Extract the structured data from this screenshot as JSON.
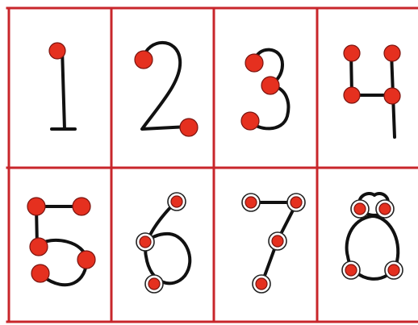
{
  "digits": [
    "1",
    "2",
    "3",
    "4",
    "5",
    "6",
    "7",
    "8"
  ],
  "colors": {
    "border": "#c8262b",
    "stroke": "#111111",
    "dot_fill": "#e5301f",
    "dot_outline": "#7a140f",
    "cell_background": "#ffffff"
  },
  "markers": {
    "1": {
      "dots": 1,
      "ringed": false
    },
    "2": {
      "dots": 2,
      "ringed": false
    },
    "3": {
      "dots": 3,
      "ringed": false
    },
    "4": {
      "dots": 4,
      "ringed": false
    },
    "5": {
      "dots": 5,
      "ringed": false
    },
    "6": {
      "dots": 3,
      "ringed": true
    },
    "7": {
      "dots": 4,
      "ringed": true
    },
    "8": {
      "dots": 4,
      "ringed": true
    }
  }
}
